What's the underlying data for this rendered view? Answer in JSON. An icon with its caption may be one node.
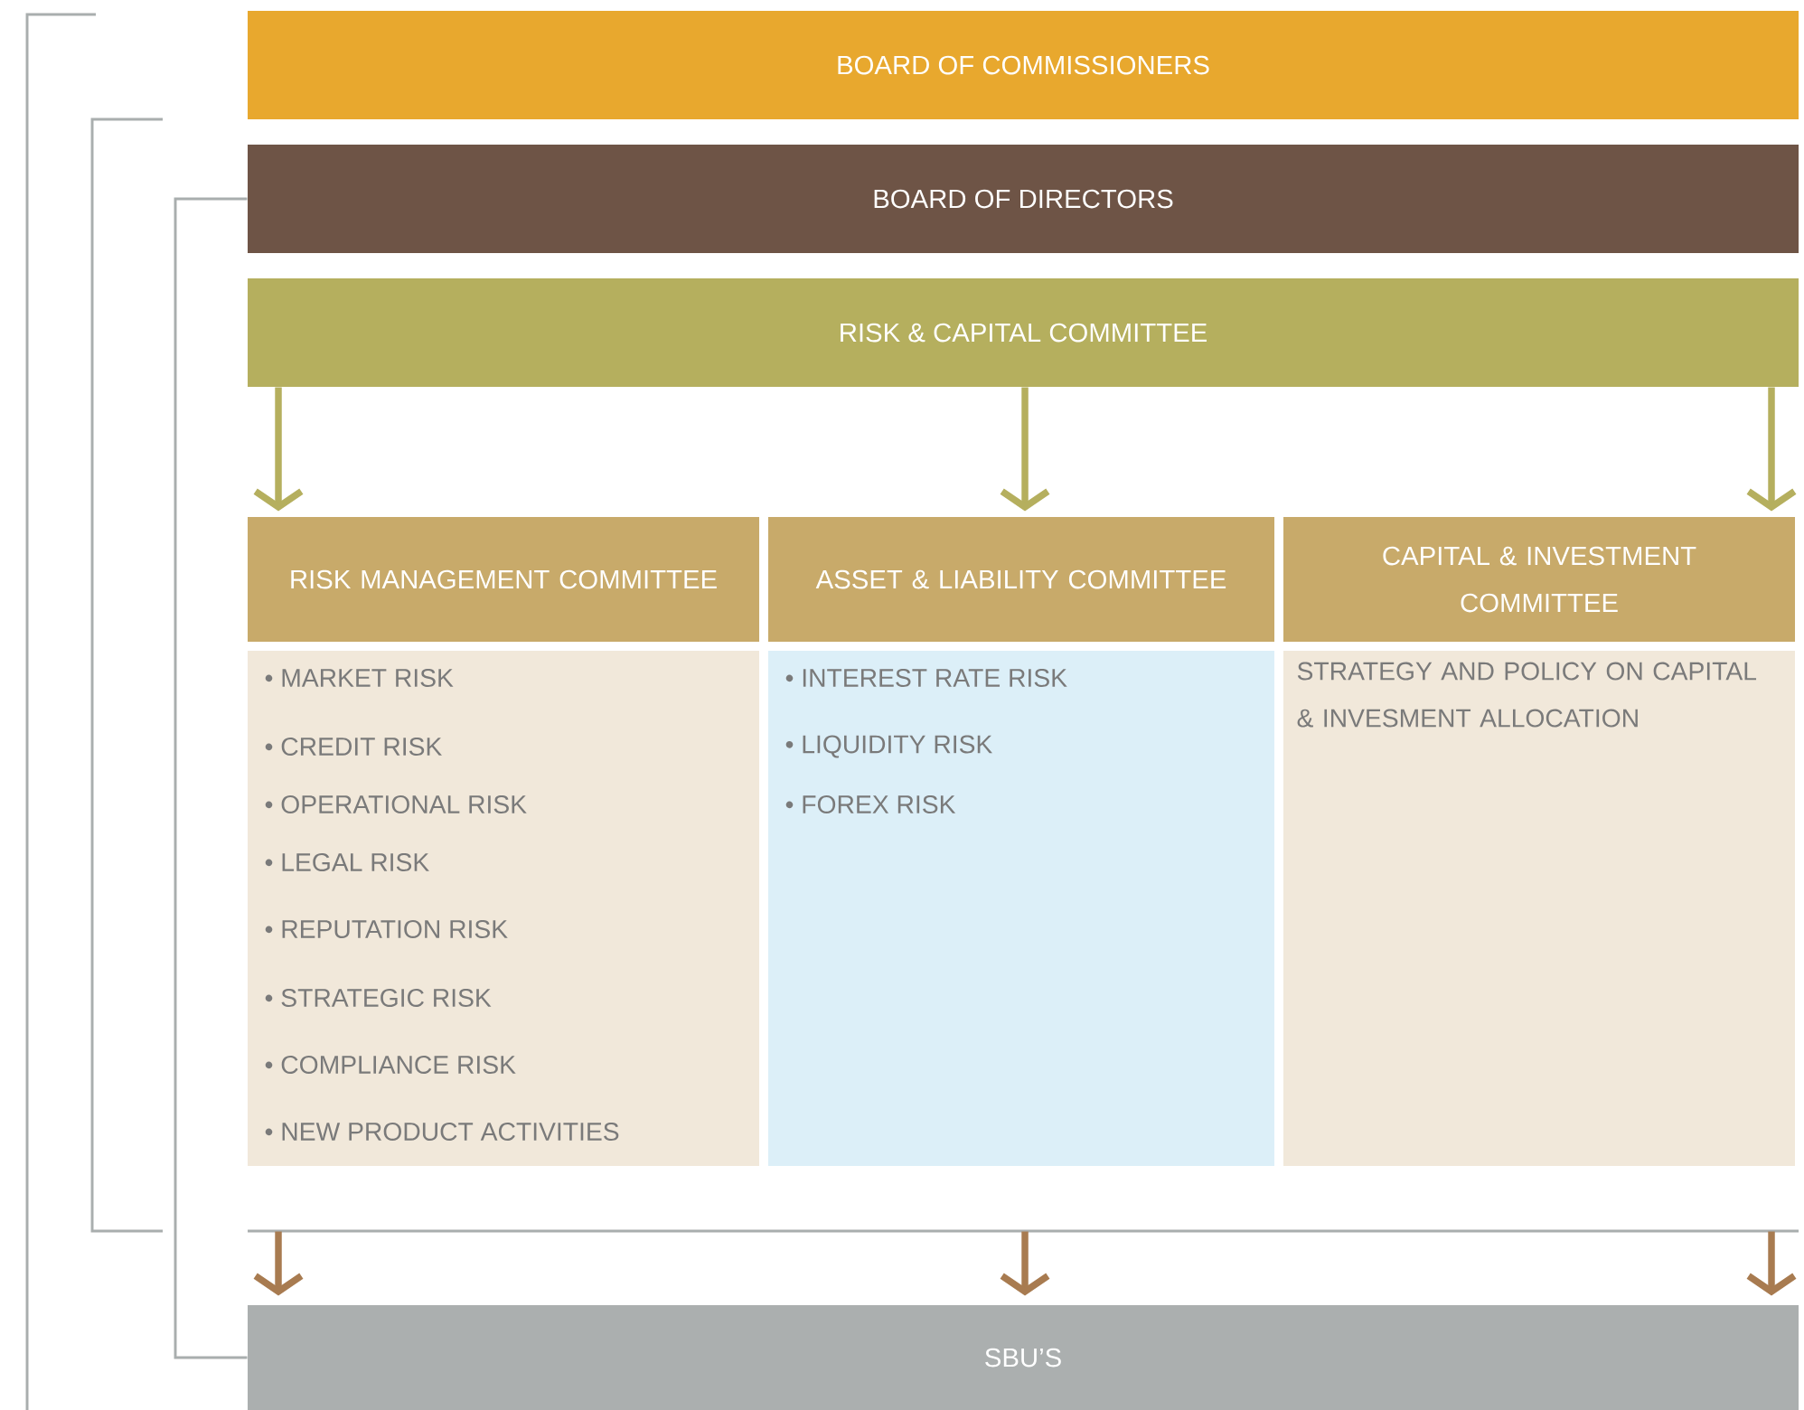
{
  "diagram": {
    "nodes": [
      {
        "text": [
          "BOARD OF COMMISSIONERS"
        ]
      },
      {
        "text": [
          "BOARD OF DIRECTORS"
        ]
      },
      {
        "text": [
          "RISK & CAPITAL COMMITTEE"
        ]
      },
      {
        "text": [
          "RISK MANAGEMENT COMMITTEE",
          "• MARKET RISK",
          "• CREDIT RISK",
          "• OPERATIONAL RISK",
          "• LEGAL RISK",
          "• REPUTATION RISK",
          "• STRATEGIC RISK",
          "• COMPLIANCE RISK",
          "• NEW PRODUCT ACTIVITIES"
        ]
      },
      {
        "text": [
          "ASSET & LIABILITY COMMITTEE",
          "• INTEREST RATE RISK",
          "• LIQUIDITY RISK",
          "• FOREX RISK"
        ]
      },
      {
        "text": [
          "CAPITAL & INVESTMENT COMMITTEE",
          "STRATEGY AND POLICY ON CAPITAL & INVESMENT ALLOCATION"
        ]
      },
      {
        "text": [
          "SBU’S"
        ]
      }
    ],
    "edges": [
      {
        "from": 2,
        "to": 3,
        "arrow": "to",
        "color": "#b5af5e"
      },
      {
        "from": 2,
        "to": 4,
        "arrow": "to",
        "color": "#b5af5e"
      },
      {
        "from": 2,
        "to": 5,
        "arrow": "to",
        "color": "#b5af5e"
      },
      {
        "from": 3,
        "to": 6,
        "arrow": "to",
        "color": "#a87b50"
      },
      {
        "from": 4,
        "to": 6,
        "arrow": "to",
        "color": "#a87b50"
      },
      {
        "from": 5,
        "to": 6,
        "arrow": "to",
        "color": "#a87b50"
      },
      {
        "from": 1,
        "to": 6,
        "arrow": "none",
        "color": "#a9aeae"
      }
    ]
  }
}
